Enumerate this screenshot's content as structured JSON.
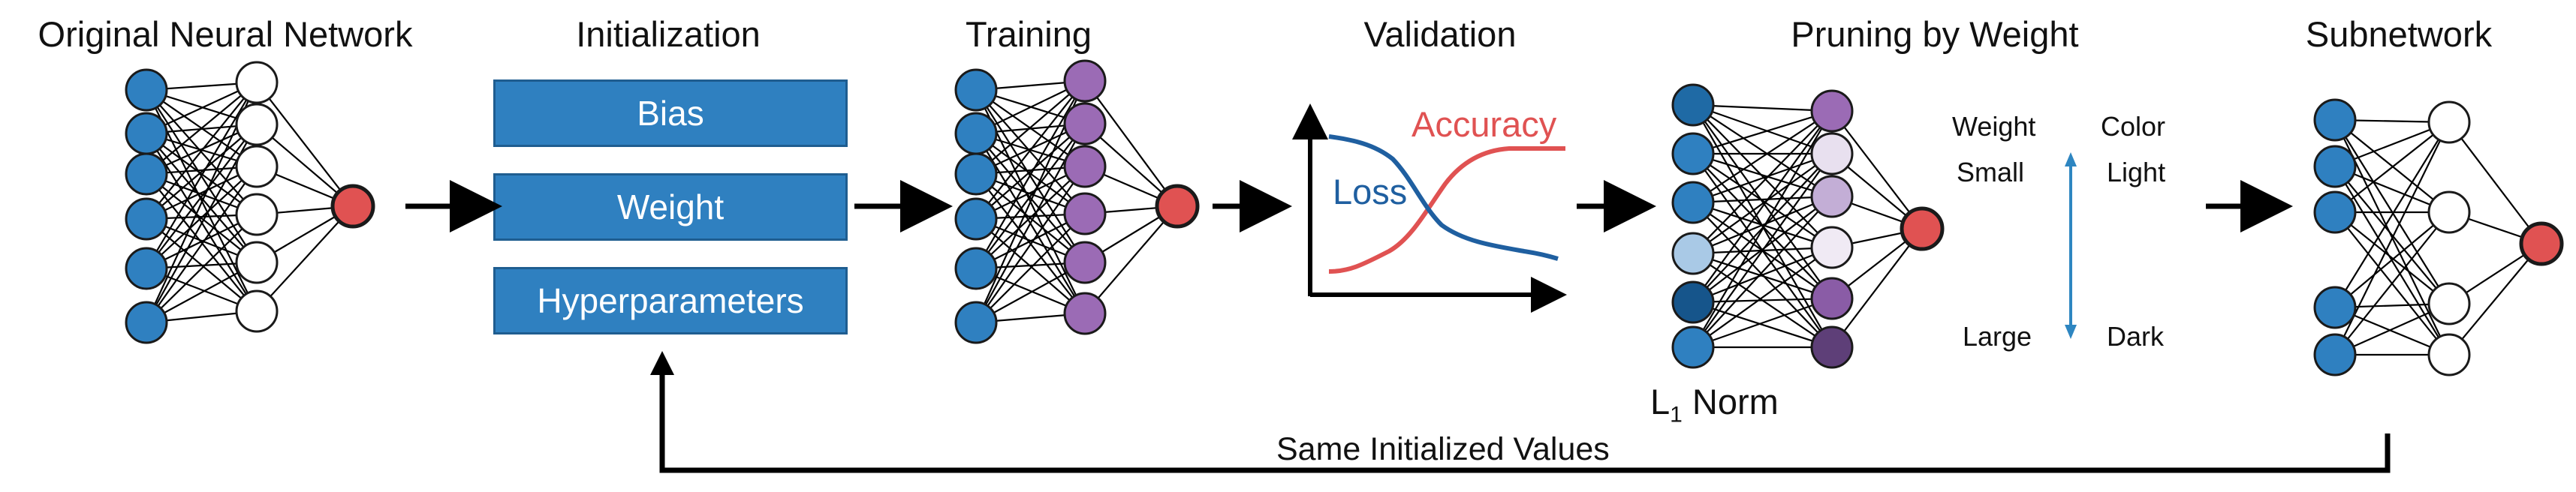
{
  "stages": {
    "original": "Original Neural Network",
    "initialization": "Initialization",
    "training": "Training",
    "validation": "Validation",
    "pruning": "Pruning by Weight",
    "subnetwork": "Subnetwork"
  },
  "init_boxes": [
    "Bias",
    "Weight",
    "Hyperparameters"
  ],
  "validation_chart": {
    "accuracy_label": "Accuracy",
    "loss_label": "Loss",
    "accuracy_color": "#e05252",
    "loss_color": "#1f5fa0"
  },
  "pruning": {
    "norm_label": "L",
    "norm_sub": "1",
    "norm_suffix": " Norm"
  },
  "legend": {
    "weight_header": "Weight",
    "color_header": "Color",
    "small": "Small",
    "light": "Light",
    "large": "Large",
    "dark": "Dark"
  },
  "feedback_label": "Same Initialized Values",
  "colors": {
    "input_node": "#2f80c0",
    "output_node": "#e05252",
    "hidden_trained": "#9b6bb5",
    "arrow": "#000000"
  }
}
